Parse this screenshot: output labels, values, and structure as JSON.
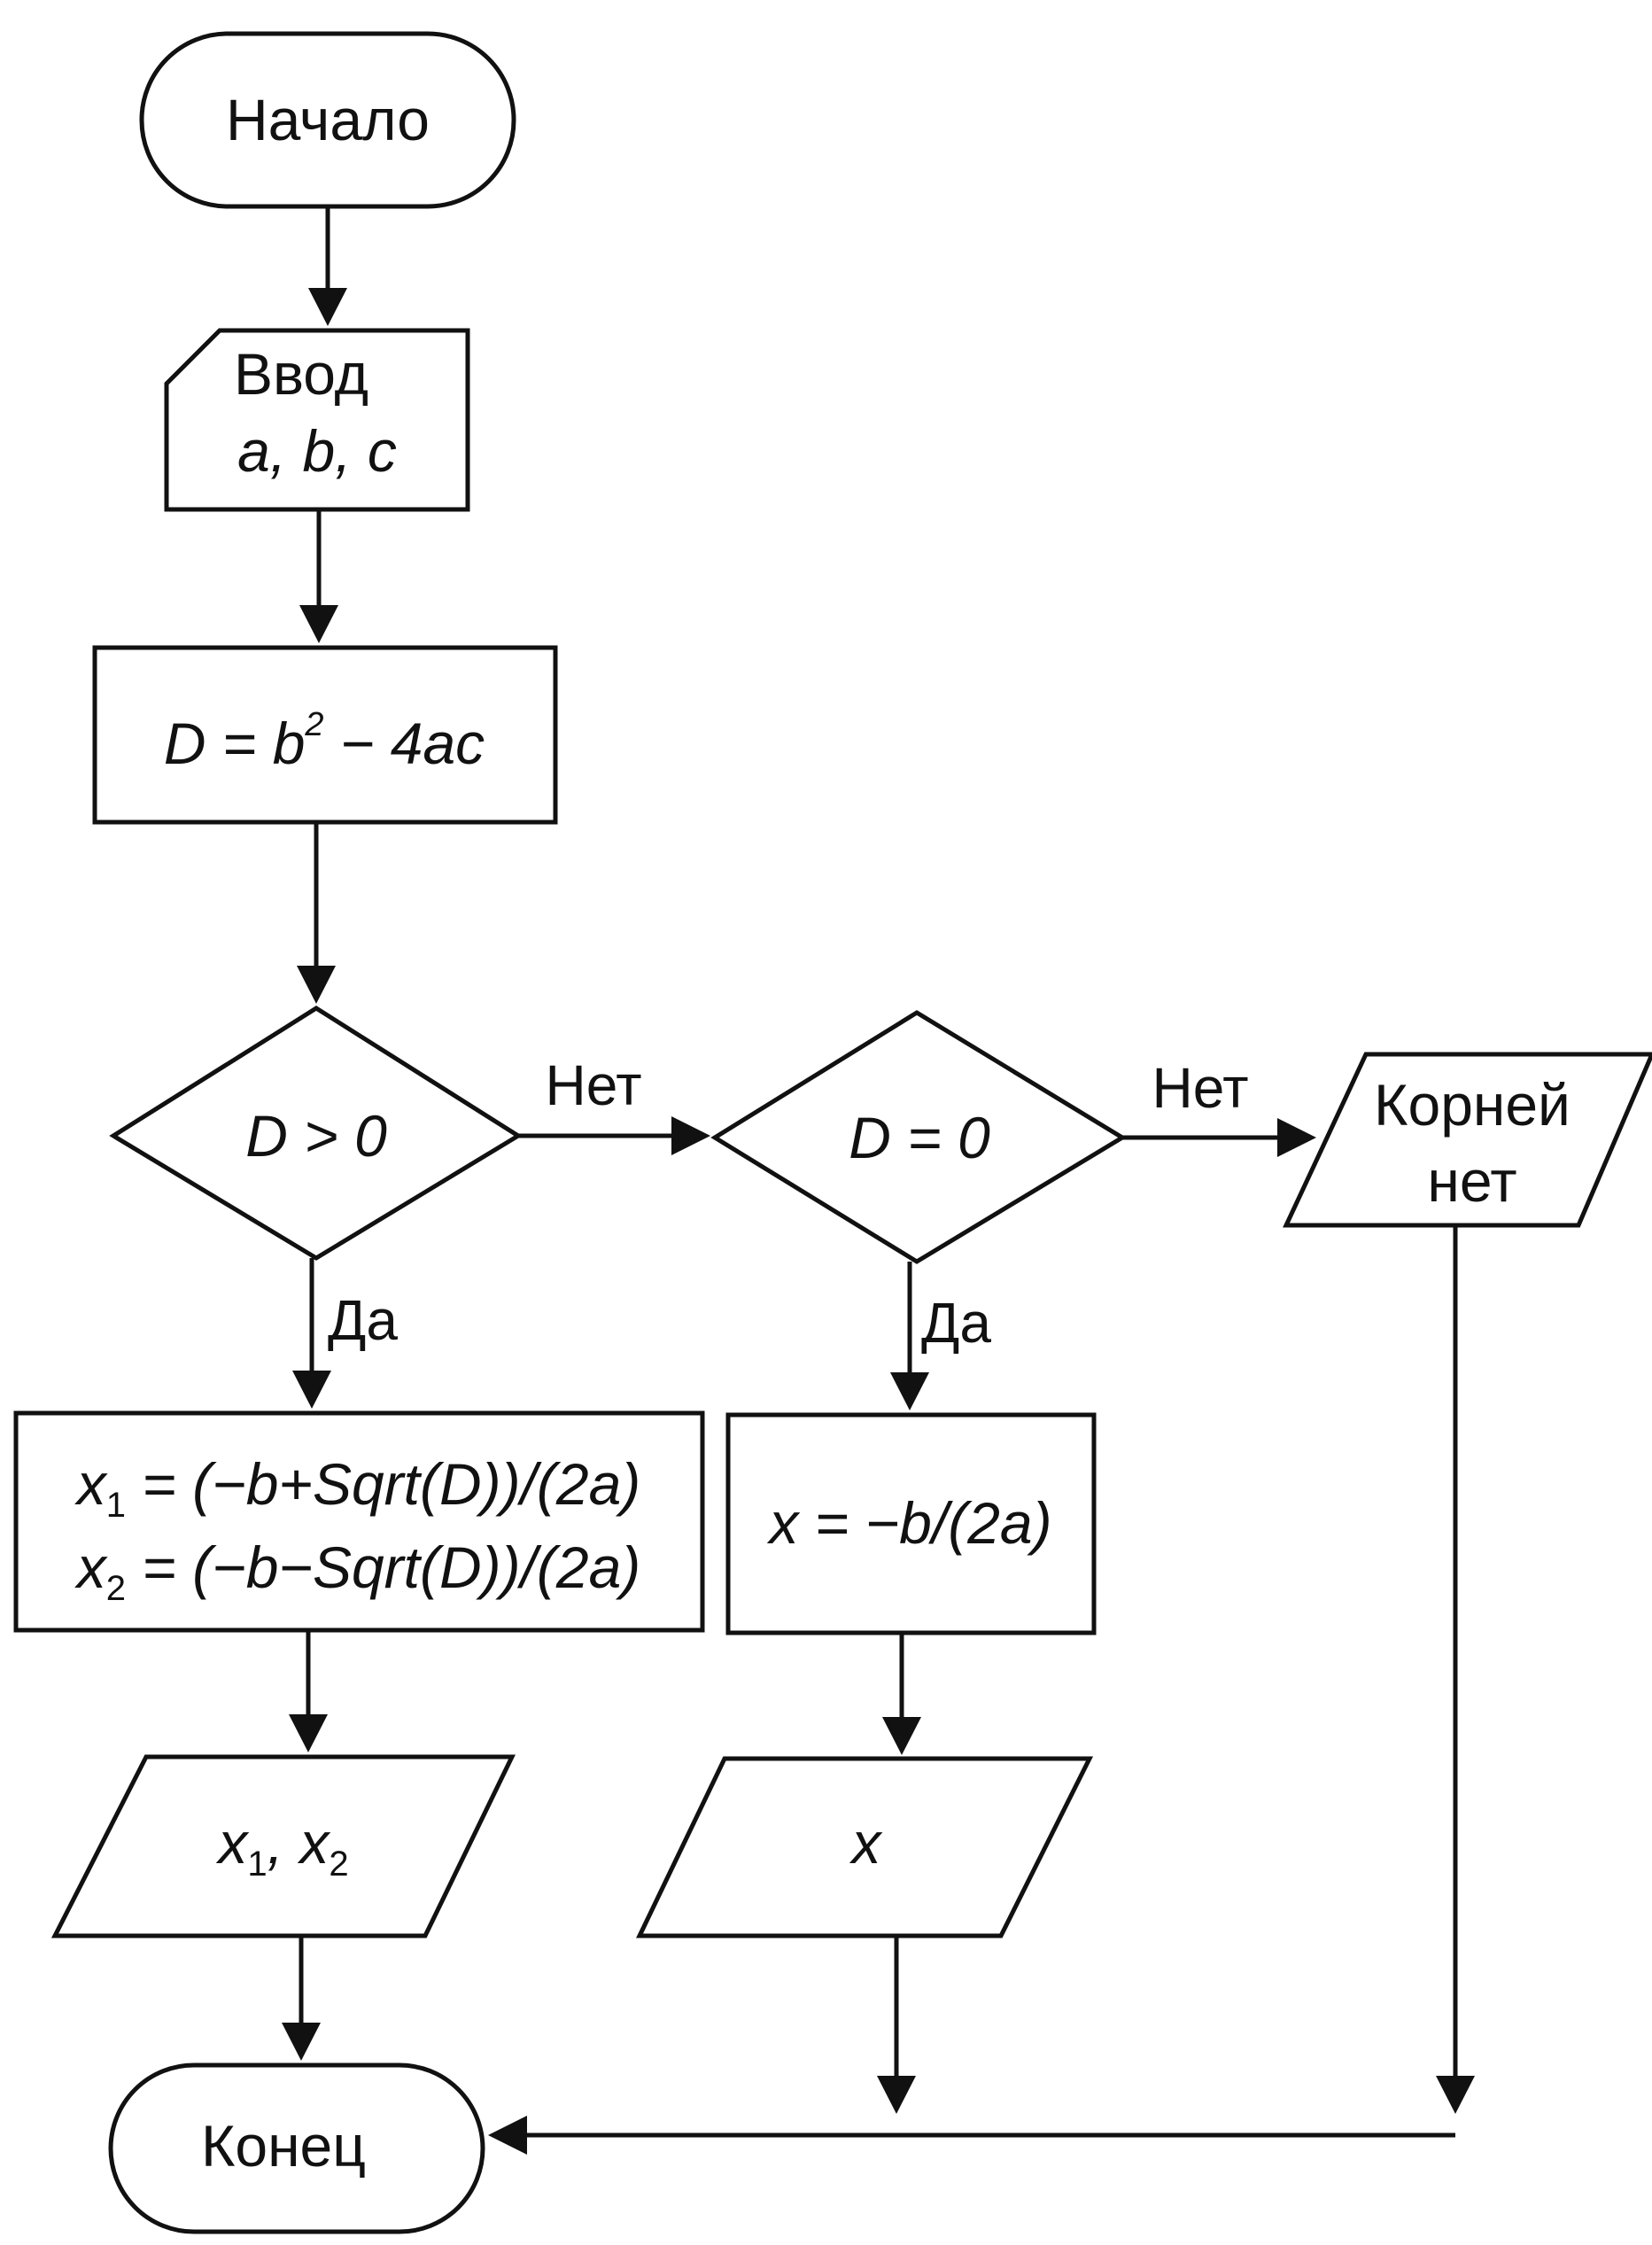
{
  "nodes": {
    "start": {
      "text": "Начало"
    },
    "input": {
      "line1": "Ввод",
      "line2": "a, b, c"
    },
    "discriminant": {
      "lhs": "D = b",
      "sup": "2",
      "rhs": " − 4ac"
    },
    "cond_positive": {
      "text": "D > 0"
    },
    "cond_zero": {
      "text": "D = 0"
    },
    "no_roots": {
      "line1": "Корней",
      "line2": "нет"
    },
    "two_roots": {
      "x1": "x",
      "x1_sub": "1",
      "x1_rest": " = (−b+Sqrt(D))/(2a)",
      "x2": "x",
      "x2_sub": "2",
      "x2_rest": " = (−b−Sqrt(D))/(2a)"
    },
    "one_root": {
      "text": "x = −b/(2a)"
    },
    "output_two": {
      "x1": "x",
      "x1_sub": "1",
      "sep": ",  ",
      "x2": "x",
      "x2_sub": "2"
    },
    "output_one": {
      "text": "x"
    },
    "end": {
      "text": "Конец"
    }
  },
  "edge_labels": {
    "d_pos_no": "Нет",
    "d_pos_yes": "Да",
    "d_zero_no": "Нет",
    "d_zero_yes": "Да"
  }
}
